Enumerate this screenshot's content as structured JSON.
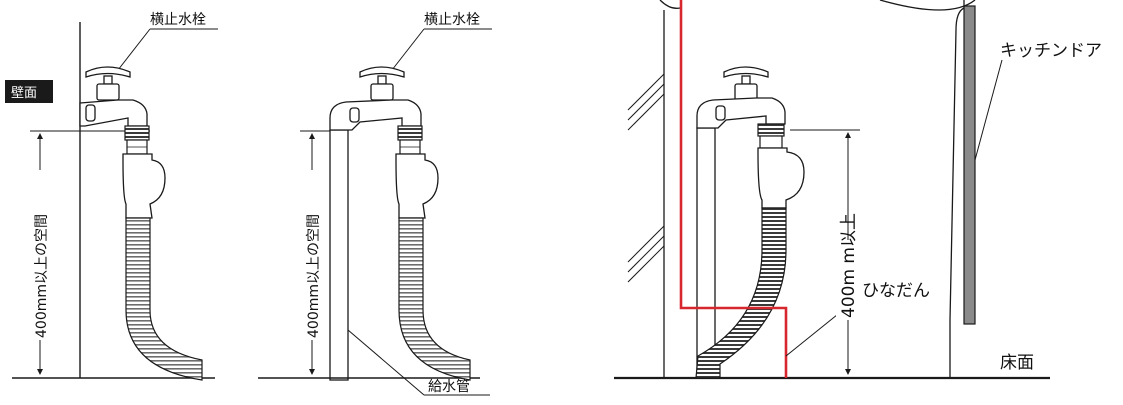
{
  "labels": {
    "faucet1": "横止水栓",
    "faucet2": "横止水栓",
    "wall": "壁面",
    "space1": "400mm以上の空間",
    "space2": "400mm以上の空間",
    "supply_pipe": "給水管",
    "kitchen_door": "キッチンドア",
    "space3": "400m m以上",
    "shelf": "ひなだん",
    "floor": "床面"
  },
  "colors": {
    "line": "#1a1a1a",
    "highlight": "#d8262e",
    "door": "#8a8a8a",
    "hose": "#9a9a9a"
  }
}
